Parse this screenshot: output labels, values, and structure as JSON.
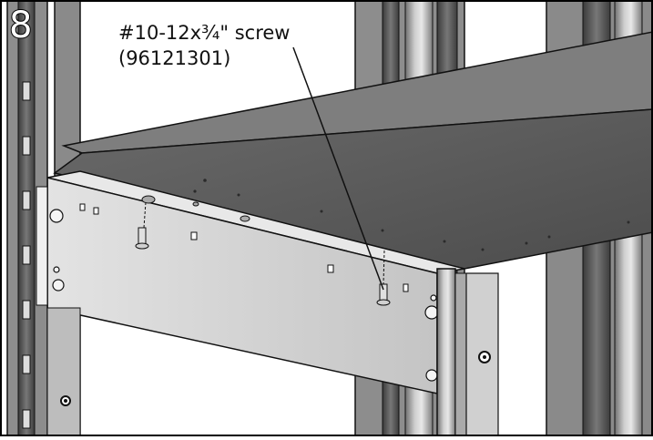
{
  "step": {
    "number": "8"
  },
  "callout": {
    "part_spec": "#10-12x¾\" screw",
    "part_number": "(96121301)"
  },
  "colors": {
    "shelf_top": "#5a5a5a",
    "shelf_top_light": "#6e6e6e",
    "shelf_edge": "#7a7a7a",
    "front_panel": "#cfcfcf",
    "rack_post": "#9a9a9a",
    "rack_post_dark": "#4a4a4a",
    "outline": "#111111"
  },
  "icons": [
    "screw-icon",
    "rack-post",
    "mounting-bracket"
  ]
}
